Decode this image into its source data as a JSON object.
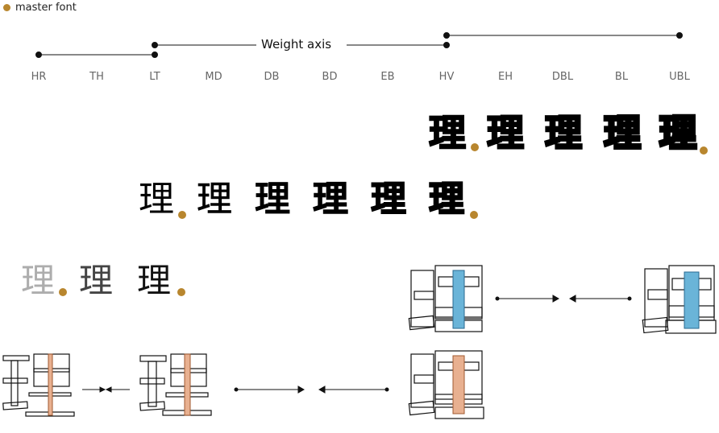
{
  "legend": {
    "label": "master font",
    "color": "#b8862e"
  },
  "axis": {
    "title": "Weight axis",
    "ticks": [
      "HR",
      "TH",
      "LT",
      "MD",
      "DB",
      "BD",
      "EB",
      "HV",
      "EH",
      "DBL",
      "BL",
      "UBL"
    ]
  },
  "glyph": {
    "char": "理"
  },
  "colors": {
    "master": "#b8862e",
    "blue": "#6ab4d8",
    "orange": "#e8b090"
  }
}
